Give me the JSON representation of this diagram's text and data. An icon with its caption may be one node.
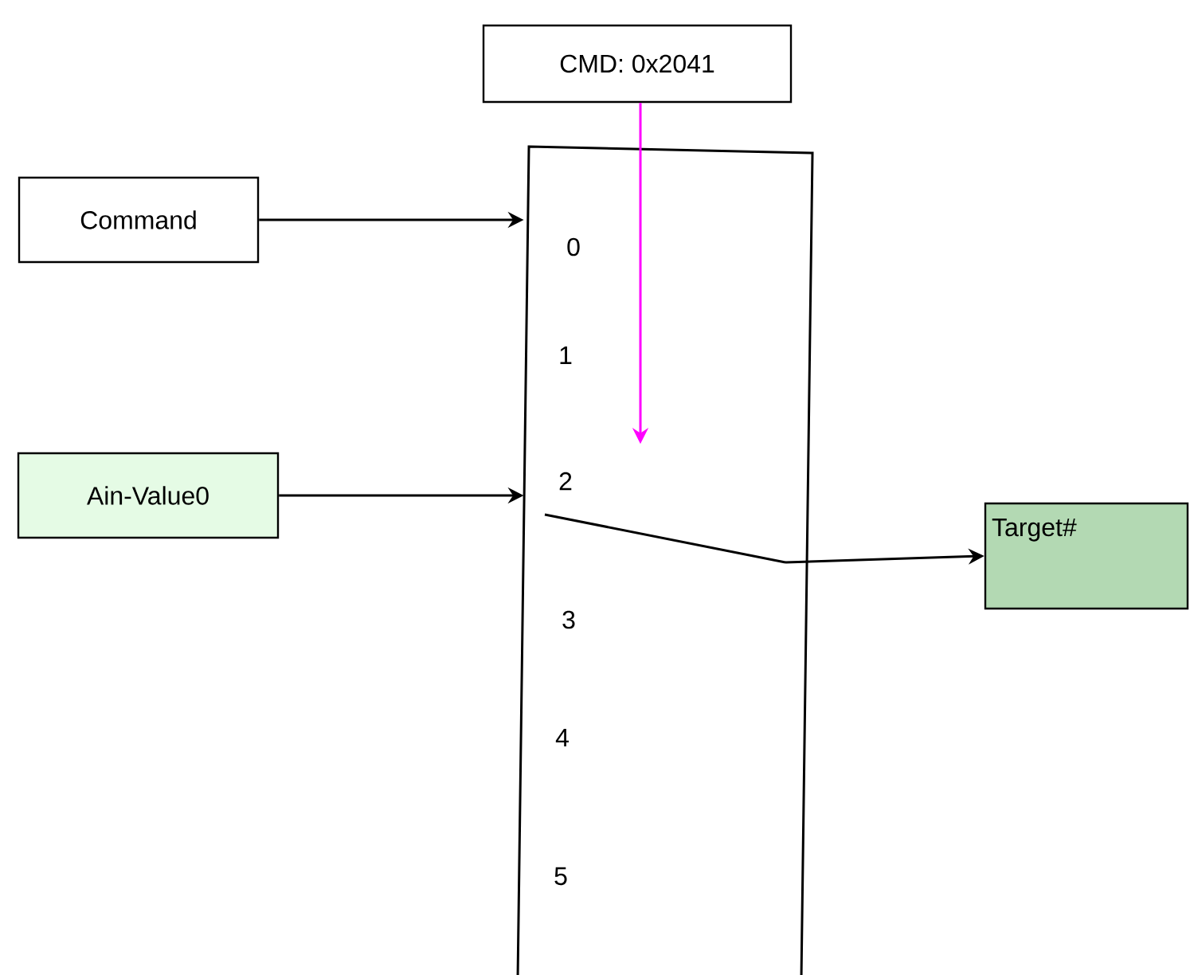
{
  "diagram": {
    "nodes": [
      {
        "text": [
          "CMD: 0x2041"
        ]
      },
      {
        "text": [
          "Command"
        ]
      },
      {
        "text": [
          "0",
          "1",
          "2",
          "3",
          "4",
          "5"
        ]
      },
      {
        "text": [
          "Ain-Value0"
        ]
      },
      {
        "text": [
          "Target#"
        ]
      }
    ],
    "edges": [
      {
        "from": 1,
        "to": 2,
        "arrow": "to"
      },
      {
        "from": 0,
        "to": 2,
        "arrow": "to",
        "color": "#ff00ff"
      },
      {
        "from": 3,
        "to": 2,
        "arrow": "to"
      },
      {
        "from": 2,
        "to": 4,
        "arrow": "to"
      }
    ]
  }
}
